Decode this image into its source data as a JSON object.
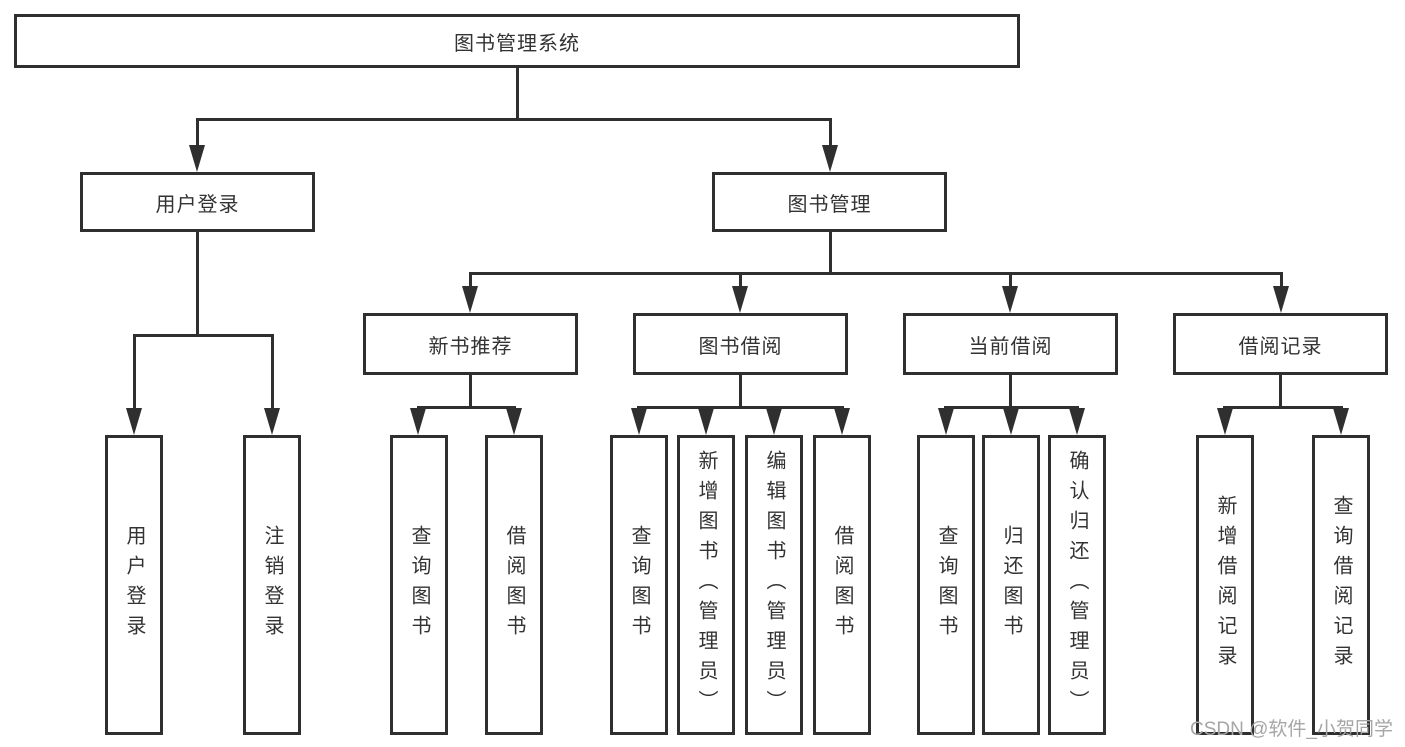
{
  "style": {
    "line_color": "#2f2f2f",
    "text_color": "#333333",
    "watermark_color": "#a6a6a6",
    "background_color": "#ffffff"
  },
  "watermark": {
    "text": "CSDN @软件_小贺同学"
  },
  "tree": {
    "root": {
      "label": "图书管理系统",
      "children": [
        {
          "label": "用户登录",
          "children": [
            {
              "label": "用户登录"
            },
            {
              "label": "注销登录"
            }
          ]
        },
        {
          "label": "图书管理",
          "children": [
            {
              "label": "新书推荐",
              "children": [
                {
                  "label": "查询图书"
                },
                {
                  "label": "借阅图书"
                }
              ]
            },
            {
              "label": "图书借阅",
              "children": [
                {
                  "label": "查询图书"
                },
                {
                  "label": "新增图书（管理员）"
                },
                {
                  "label": "编辑图书（管理员）"
                },
                {
                  "label": "借阅图书"
                }
              ]
            },
            {
              "label": "当前借阅",
              "children": [
                {
                  "label": "查询图书"
                },
                {
                  "label": "归还图书"
                },
                {
                  "label": "确认归还（管理员）"
                }
              ]
            },
            {
              "label": "借阅记录",
              "children": [
                {
                  "label": "新增借阅记录"
                },
                {
                  "label": "查询借阅记录"
                }
              ]
            }
          ]
        }
      ]
    }
  }
}
